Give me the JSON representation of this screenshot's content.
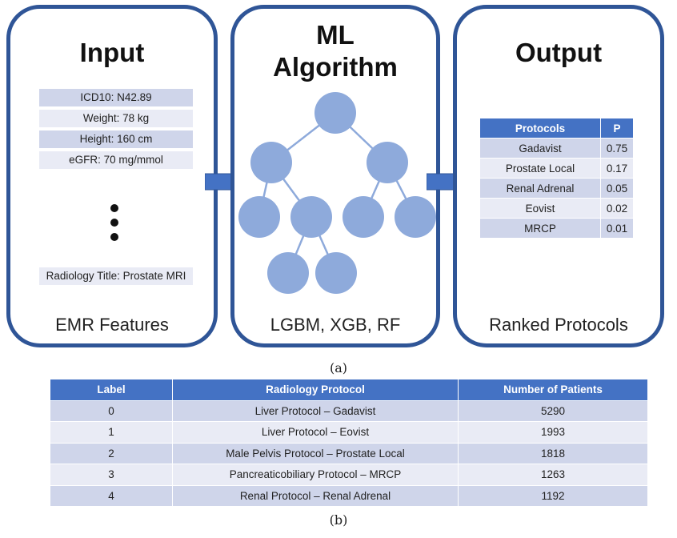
{
  "input": {
    "title": "Input",
    "features": [
      "ICD10: N42.89",
      "Weight: 78 kg",
      "Height: 160 cm",
      "eGFR: 70 mg/mmol"
    ],
    "last_feature": "Radiology Title: Prostate MRI",
    "footer": "EMR Features"
  },
  "ml": {
    "title_line1": "ML",
    "title_line2": "Algorithm",
    "footer": "LGBM, XGB, RF"
  },
  "output": {
    "title": "Output",
    "headers": {
      "protocols": "Protocols",
      "p": "P"
    },
    "rows": [
      {
        "name": "Gadavist",
        "p": "0.75"
      },
      {
        "name": "Prostate Local",
        "p": "0.17"
      },
      {
        "name": "Renal Adrenal",
        "p": "0.05"
      },
      {
        "name": "Eovist",
        "p": "0.02"
      },
      {
        "name": "MRCP",
        "p": "0.01"
      }
    ],
    "footer": "Ranked Protocols"
  },
  "caption_a": "(a)",
  "caption_b": "(b)",
  "dataset_table": {
    "headers": {
      "label": "Label",
      "protocol": "Radiology Protocol",
      "patients": "Number of Patients"
    },
    "rows": [
      {
        "label": "0",
        "protocol": "Liver Protocol – Gadavist",
        "patients": "5290"
      },
      {
        "label": "1",
        "protocol": "Liver Protocol – Eovist",
        "patients": "1993"
      },
      {
        "label": "2",
        "protocol": "Male Pelvis Protocol – Prostate Local",
        "patients": "1818"
      },
      {
        "label": "3",
        "protocol": "Pancreaticobiliary Protocol – MRCP",
        "patients": "1263"
      },
      {
        "label": "4",
        "protocol": "Renal Protocol – Renal Adrenal",
        "patients": "1192"
      }
    ]
  },
  "colors": {
    "panel_border": "#2f5597",
    "header_blue": "#4472c4",
    "node_blue": "#8eaadb",
    "row_dark": "#cfd5ea",
    "row_light": "#e9ebf5"
  }
}
